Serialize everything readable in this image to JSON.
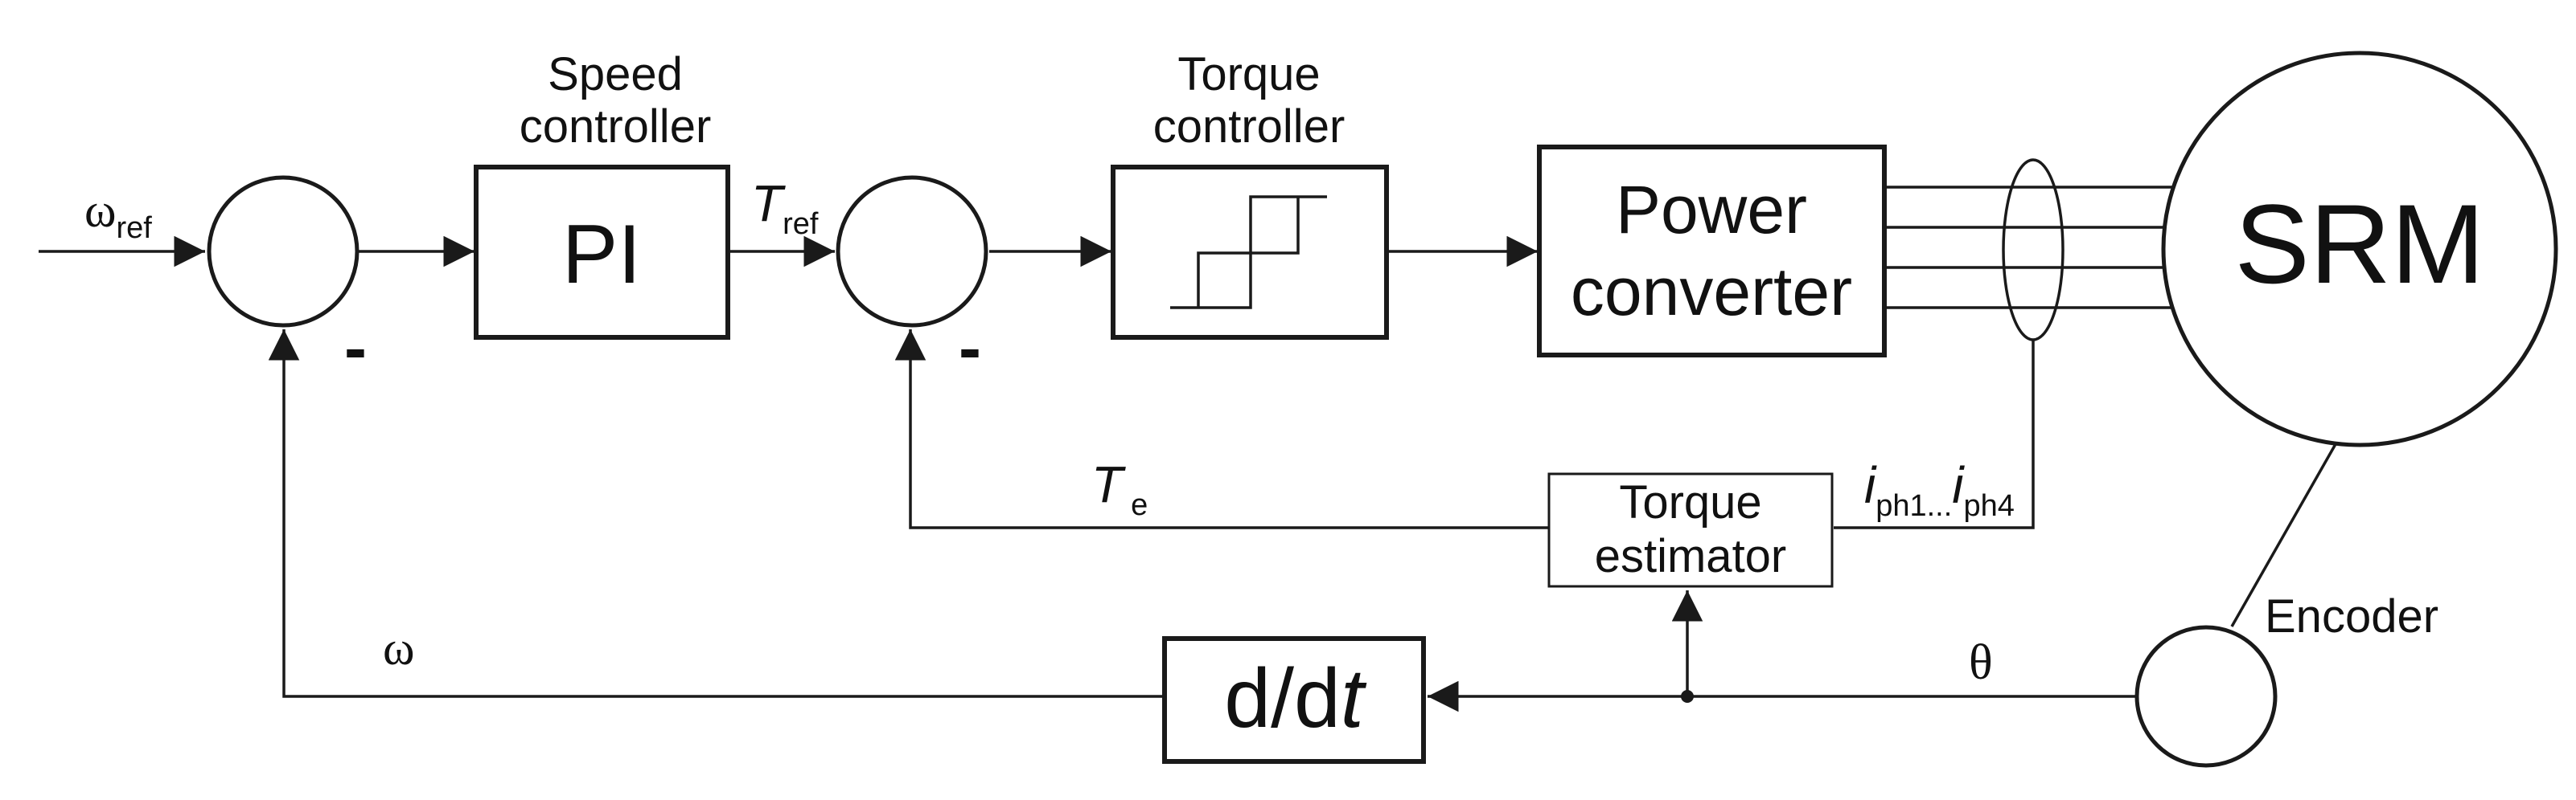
{
  "inputs": {
    "omega_ref": {
      "base": "ω",
      "sub": "ref"
    }
  },
  "blocks": {
    "speed_controller": {
      "caption_line1": "Speed",
      "caption_line2": "controller",
      "label": "PI"
    },
    "torque_controller": {
      "caption_line1": "Torque",
      "caption_line2": "controller"
    },
    "power_converter": {
      "line1": "Power",
      "line2": "converter"
    },
    "motor": {
      "label": "SRM"
    },
    "torque_estimator": {
      "line1": "Torque",
      "line2": "estimator"
    },
    "differentiator": {
      "prefix": "d/d",
      "var": "t"
    },
    "encoder": {
      "label": "Encoder"
    }
  },
  "signals": {
    "t_ref": {
      "base": "T",
      "sub": "ref"
    },
    "t_e": {
      "base": "T",
      "sub": "e"
    },
    "omega": "ω",
    "theta": "θ",
    "currents": {
      "i1": "i",
      "sub1": "ph1...",
      "i2": "i",
      "sub2": "ph4"
    },
    "minus_speed": "-",
    "minus_torque": "-"
  }
}
